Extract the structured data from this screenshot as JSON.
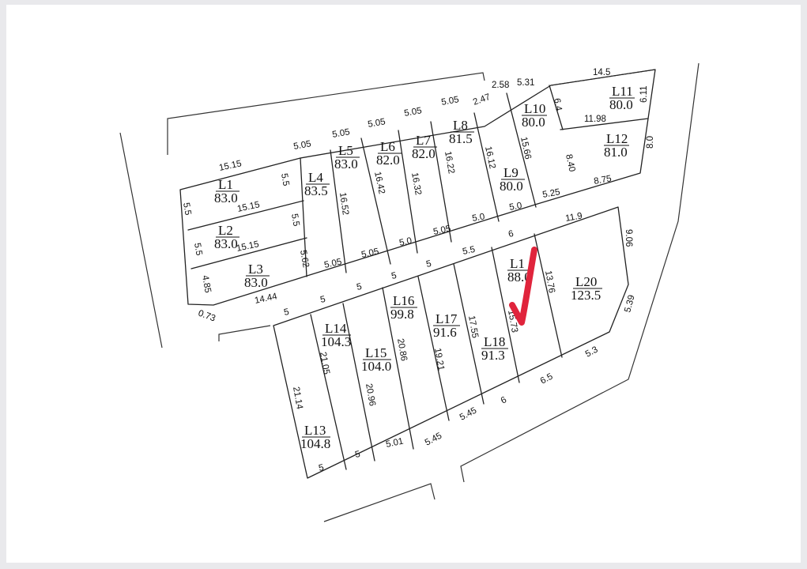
{
  "lots": [
    {
      "id": "L1",
      "name": "L1",
      "area": "83.0"
    },
    {
      "id": "L2",
      "name": "L2",
      "area": "83.0"
    },
    {
      "id": "L3",
      "name": "L3",
      "area": "83.0"
    },
    {
      "id": "L4",
      "name": "L4",
      "area": "83.5"
    },
    {
      "id": "L5",
      "name": "L5",
      "area": "83.0"
    },
    {
      "id": "L6",
      "name": "L6",
      "area": "82.0"
    },
    {
      "id": "L7",
      "name": "L7",
      "area": "82.0"
    },
    {
      "id": "L8",
      "name": "L8",
      "area": "81.5"
    },
    {
      "id": "L9",
      "name": "L9",
      "area": "80.0"
    },
    {
      "id": "L10",
      "name": "L10",
      "area": "80.0"
    },
    {
      "id": "L11",
      "name": "L11",
      "area": "80.0"
    },
    {
      "id": "L12",
      "name": "L12",
      "area": "81.0"
    },
    {
      "id": "L13",
      "name": "L13",
      "area": "104.8"
    },
    {
      "id": "L14",
      "name": "L14",
      "area": "104.3"
    },
    {
      "id": "L15",
      "name": "L15",
      "area": "104.0"
    },
    {
      "id": "L16",
      "name": "L16",
      "area": "99.8"
    },
    {
      "id": "L17",
      "name": "L17",
      "area": "91.6"
    },
    {
      "id": "L18",
      "name": "L18",
      "area": "91.3"
    },
    {
      "id": "L19",
      "name": "L1",
      "area": "88.0"
    },
    {
      "id": "L20",
      "name": "L20",
      "area": "123.5"
    }
  ],
  "dimensions": {
    "d1": "15.15",
    "d2": "5.05",
    "d3": "5.05",
    "d4": "5.05",
    "d5": "5.05",
    "d6": "5.05",
    "d7": "2.58",
    "d8": "5.31",
    "d9": "14.5",
    "d10": "2.47",
    "d11": "6.11",
    "d12": "6.4",
    "d13": "11.98",
    "d14": "8.0",
    "d15": "5.5",
    "d16": "5.5",
    "d17": "15.15",
    "d18": "5.5",
    "d19": "15.15",
    "d20": "5.5",
    "d21": "16.52",
    "d22": "16.42",
    "d23": "16.32",
    "d24": "16.22",
    "d25": "16.12",
    "d26": "15.66",
    "d27": "8.40",
    "d28": "8.75",
    "d29": "5.25",
    "d30": "5.0",
    "d31": "5.0",
    "d32": "5.05",
    "d33": "5.0",
    "d34": "5.05",
    "d35": "5.05",
    "d36": "4.85",
    "d37": "5.62",
    "d38": "0.73",
    "d39": "14.44",
    "d40": "11.9",
    "d41": "6",
    "d42": "5.5",
    "d43": "5",
    "d44": "5",
    "d45": "5",
    "d46": "5",
    "d47": "5",
    "d48": "9.06",
    "d49": "13.76",
    "d50": "5.39",
    "d51": "5.3",
    "d52": "6.5",
    "d53": "6",
    "d54": "5.45",
    "d55": "5.45",
    "d56": "5.01",
    "d57": "5",
    "d58": "5",
    "d59": "21.14",
    "d60": "21.05",
    "d61": "20.96",
    "d62": "20.86",
    "d63": "19.21",
    "d64": "17.55",
    "d65": "15.73"
  },
  "marker_color": "#e0243c"
}
